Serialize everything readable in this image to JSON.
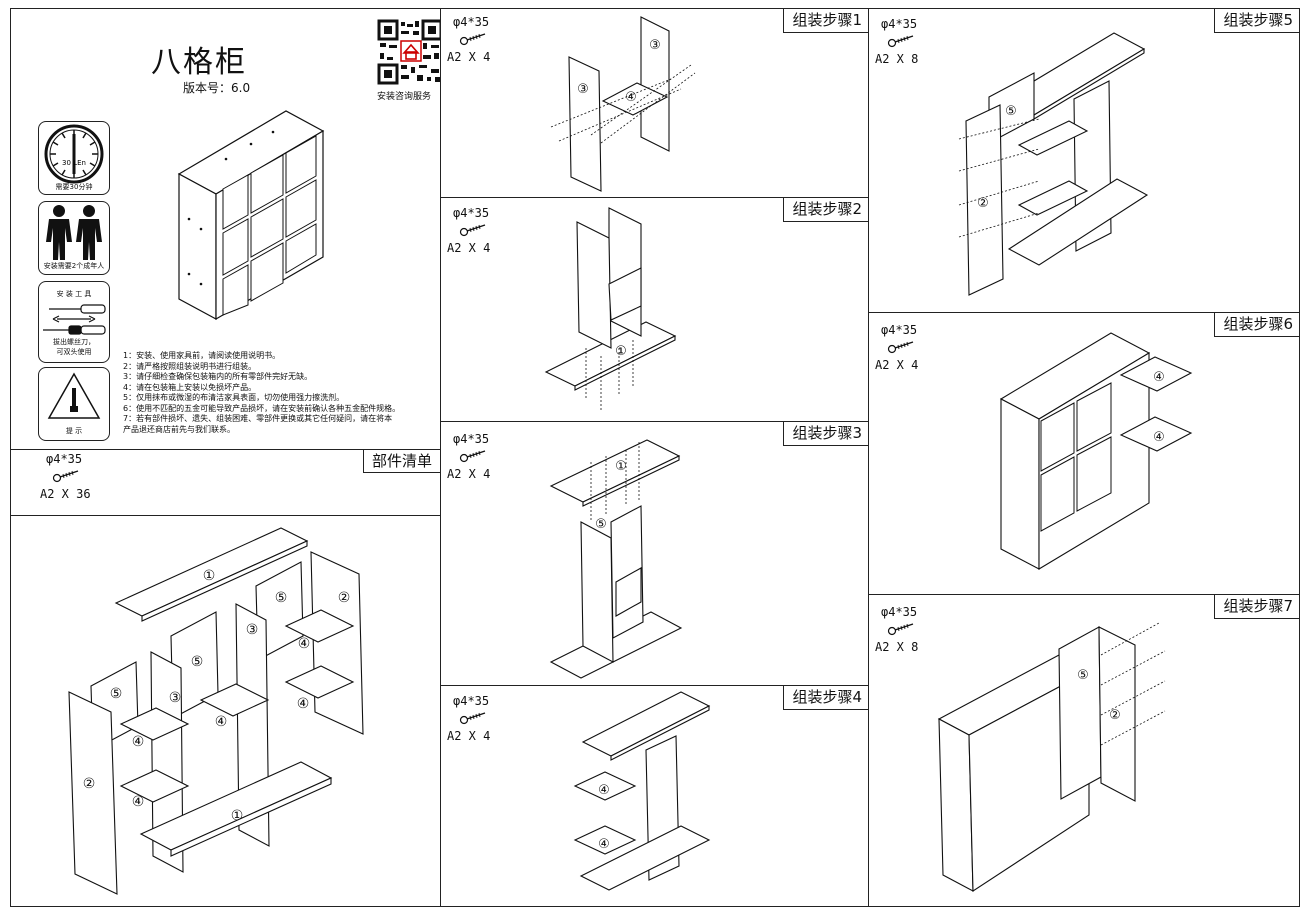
{
  "header": {
    "title": "八格柜",
    "version": "版本号：6.0",
    "qr_label": "安装咨询服务"
  },
  "icons": {
    "time_label": "需要30分钟",
    "clock_text": "30 LEn",
    "people_label": "安装需要2个成年人",
    "tools_title": "安 装 工 具",
    "tools_note_1": "拔出螺丝刀，",
    "tools_note_2": "可双头使用",
    "tip_label": "提  示"
  },
  "instructions": [
    "1：安装、使用家具前，请阅读使用说明书。",
    "2：请严格按照组装说明书进行组装。",
    "3：请仔细检查确保包装箱内的所有零部件完好无缺。",
    "4：请在包装箱上安装以免损坏产品。",
    "5：仅用抹布或微湿的布清洁家具表面，切勿使用强力擦洗剂。",
    "6：使用不匹配的五金可能导致产品损坏，请在安装前确认各种五金配件规格。",
    "7：若有部件损坏、遗失、组装困难、零部件更换或其它任何疑问，请在将本",
    "    产品退还商店前先与我们联系。"
  ],
  "parts": {
    "title": "部件清单",
    "screw_spec": "φ4*35",
    "screw_qty": "A2 X 36"
  },
  "steps": [
    {
      "label": "组装步骤1",
      "screw_spec": "φ4*35",
      "screw_qty": "A2 X 4"
    },
    {
      "label": "组装步骤2",
      "screw_spec": "φ4*35",
      "screw_qty": "A2 X 4"
    },
    {
      "label": "组装步骤3",
      "screw_spec": "φ4*35",
      "screw_qty": "A2 X 4"
    },
    {
      "label": "组装步骤4",
      "screw_spec": "φ4*35",
      "screw_qty": "A2 X 4"
    },
    {
      "label": "组装步骤5",
      "screw_spec": "φ4*35",
      "screw_qty": "A2 X 8"
    },
    {
      "label": "组装步骤6",
      "screw_spec": "φ4*35",
      "screw_qty": "A2 X 4"
    },
    {
      "label": "组装步骤7",
      "screw_spec": "φ4*35",
      "screw_qty": "A2 X 8"
    }
  ],
  "part_numbers": {
    "p1": "①",
    "p2": "②",
    "p3": "③",
    "p4": "④",
    "p5": "⑤"
  }
}
